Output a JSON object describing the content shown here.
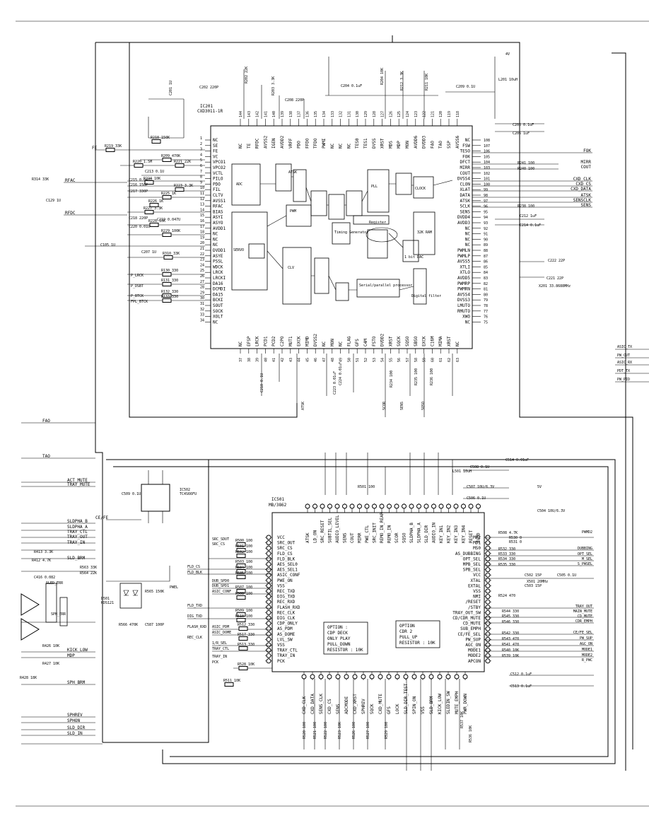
{
  "ic201": {
    "ref": "IC201",
    "part": "CXD3011-1R",
    "left_pins": [
      "NC",
      "SE",
      "FE",
      "VC",
      "VPCO1",
      "VPCO2",
      "VCTL",
      "PILO",
      "PDO",
      "FIL",
      "CLTV",
      "AVSS1",
      "RFAC",
      "BIAS",
      "ASYI",
      "ASYO",
      "AVDD1",
      "NC",
      "NC",
      "NC",
      "DVDD1",
      "ASYE",
      "PSSL",
      "WDCK",
      "LRCK",
      "LRCKI",
      "DA16",
      "DCMDI",
      "DA15",
      "BCKI",
      "SOUT",
      "SOCK",
      "XOLT",
      "NC"
    ],
    "right_pins": [
      "NC",
      "FSW",
      "TESO",
      "FOK",
      "DFCT",
      "MIRR",
      "COUT",
      "DVSS4",
      "CLON",
      "XLAT",
      "DATA",
      "ATSK",
      "SCLK",
      "SENS",
      "DVDD4",
      "AVDD3",
      "NC",
      "NC",
      "NC",
      "NC",
      "PWMLN",
      "PWMLP",
      "AVSS5",
      "XTLI",
      "XTLO",
      "AVDD5",
      "PWMRP",
      "PWMRN",
      "AVSS4",
      "DVSS3",
      "LMUTO",
      "RMUTO",
      "XWO",
      "NC"
    ],
    "top_pins": [
      "NC",
      "TE",
      "RFDC",
      "AVSS2",
      "IGEN",
      "AVDD2",
      "VRFF",
      "PDO",
      "FFDO",
      "TFDO",
      "PWMI",
      "NC",
      "NC",
      "NC",
      "TES0",
      "TES1",
      "DVSS",
      "XRST",
      "MDS",
      "MDP",
      "MON",
      "AVDD6",
      "DVDD3",
      "FAO",
      "TAO",
      "SSP",
      "AVSS6"
    ],
    "bottom_pins": [
      "NC",
      "EFSP",
      "LRCK",
      "PCD1",
      "PCD2",
      "C2PO",
      "MUT1",
      "EXCK",
      "MIMD",
      "DVSS2",
      "NC",
      "MON",
      "NC",
      "FLAG",
      "GFS",
      "C4M",
      "FSTO",
      "DVDD2",
      "XRST",
      "SQCK",
      "SQSO",
      "SBSO",
      "EXCK",
      "C16M",
      "MIMA",
      "XRST",
      "NC"
    ],
    "blocks": [
      "ATSK",
      "PWM",
      "SERVO",
      "CLOCK",
      "32K RAM",
      "Serial/parallel processor",
      "1 bit DAC",
      "Digital filter",
      "Register",
      "ADC",
      "CLV",
      "PLL",
      "Timing Generator"
    ]
  },
  "ic501": {
    "ref": "IC501",
    "part": "MB/3862",
    "left_pins": [
      "VCC",
      "SRC_OUT",
      "SRC_CS",
      "FLD_CS",
      "FLD_BLK",
      "AES_SEL0",
      "AES_SEL1",
      "ASIC_CONF",
      "PWE_ON",
      "VSS",
      "REC_TXD",
      "DIG_TXD",
      "REC_RXD",
      "FLASH_RXD",
      "REC_CLK",
      "DIG_CLK",
      "CDP_ONLY",
      "AS_PDM",
      "AS_DOME",
      "LVL_SW",
      "VSS",
      "TRAY_CTL",
      "TRAY_IN",
      "PCK"
    ],
    "right_pins": [
      "MP2",
      "MD1",
      "MS0",
      "AS_DUBBING",
      "OPT_SEL",
      "MPB_SEL",
      "SPB_SEL",
      "VCC",
      "XTAL",
      "EXTAL",
      "VSS",
      "NMI",
      "/RESET",
      "/STBY",
      "TRAY_OUT_SW",
      "CD/CDR_MUTE",
      "CD_MUTE",
      "SUB_EMPH",
      "CE/FE_SEL",
      "PW_SUP",
      "AGC_ON",
      "MODE1",
      "MODE2",
      "APCON"
    ],
    "top_pins": [
      "ATSK",
      "LD_ON",
      "SRC_RESET",
      "SUBTIL_SEL",
      "AUDIO_LEVEL",
      "SENS",
      "COUT",
      "MIRR",
      "PWE_CTL",
      "SRC_INIT",
      "REMO_IN_REAR",
      "REMO_IN",
      "SCOR",
      "SQSO",
      "SLDPHA_B",
      "SLDPHA_A",
      "SLD_DIR",
      "AUDIO_IN",
      "KEY_IN1",
      "KEY_IN2",
      "KEY_IN3",
      "KEY_IN4",
      "RESET",
      "AVDD"
    ],
    "bottom_pins": [
      "CXD_CLK",
      "CXD_DATA",
      "SENS_CLK",
      "CXD_CS",
      "SENS",
      "ADCMODE",
      "CXD_XRST",
      "SPHREV",
      "SQCK",
      "CXD_MUTE",
      "GFS",
      "LOCK",
      "SLD_DIR_TEST",
      "SPIN_ON",
      "VSS",
      "SLD_BRM",
      "KICK_LOW",
      "SLEDIN_SW",
      "MUTE_EMPH",
      "PWR_DOWN"
    ]
  },
  "ic502": {
    "ref": "IC502",
    "part": "TC4S66FU"
  },
  "d501": {
    "ref": "D501",
    "part": "KDS121"
  },
  "option_left": [
    "OPTION :",
    "CDP DECK",
    "ONLY PLAY",
    "PULL_DOWN",
    "RESISTOR : 10K"
  ],
  "option_right": [
    "OPTION",
    "CDR 2",
    "PULL_UP",
    "RESISTOR : 10K"
  ],
  "left_nets": [
    "FE",
    "RFAC",
    "RFDC",
    "FAO",
    "TAO",
    "ACT_MUTE",
    "TRAY_MUTE",
    "CE/FE",
    "SLDPHA_B",
    "SLDPHA_A",
    "TRAY_CTL",
    "TRAY_OUT",
    "TRAY_IN",
    "SLD_BRM",
    "KICK_LOW",
    "MDP",
    "SPH_BRM",
    "SPHREV",
    "SPHON",
    "SLD_DIR",
    "SLD_IN"
  ],
  "right_nets_top": [
    "FOK",
    "MIRR",
    "COUT",
    "CXD_CLK",
    "CXD_CS",
    "CXD_DATA",
    "ATSK",
    "SENSCLK",
    "SENS"
  ],
  "right_nets_ic501": [
    "PWMD2",
    "DUBBING",
    "OPT_SEL",
    "M_SEL",
    "S_PWSEL",
    "TRAY_OUT",
    "MAIN_MUTE",
    "CD_MUTE",
    "CDR_EMPH",
    "CE/FE_SEL",
    "PW_SUP",
    "AGC_ON",
    "MODE1",
    "MODE2",
    "R_PWC"
  ],
  "far_right_nets": [
    "ASIC_TX",
    "PW_CUT",
    "ASIC_RX",
    "PDT_TX",
    "PW_PID"
  ],
  "ic201_left_resistors": [
    {
      "ref": "R218",
      "val": "150K"
    },
    {
      "ref": "R219",
      "val": "33K"
    },
    {
      "ref": "R209",
      "val": "470K"
    },
    {
      "ref": "R221",
      "val": "22K"
    },
    {
      "ref": "R220",
      "val": "1.5M"
    },
    {
      "ref": "R224",
      "val": "10K"
    },
    {
      "ref": "R223",
      "val": "3.3K"
    },
    {
      "ref": "R225",
      "val": "1K"
    },
    {
      "ref": "R226",
      "val": "1K"
    },
    {
      "ref": "R227",
      "val": "3.3K"
    },
    {
      "ref": "R228",
      "val": "10K"
    },
    {
      "ref": "R229",
      "val": "100K"
    },
    {
      "ref": "R310",
      "val": "33K"
    },
    {
      "ref": "R130",
      "val": "330"
    },
    {
      "ref": "R131",
      "val": "330"
    },
    {
      "ref": "R132",
      "val": "330"
    },
    {
      "ref": "R133",
      "val": "330"
    }
  ],
  "ic201_left_caps": [
    {
      "ref": "C213",
      "val": "0.1U"
    },
    {
      "ref": "C215",
      "val": "0.047U"
    },
    {
      "ref": "C216",
      "val": "150P"
    },
    {
      "ref": "C217",
      "val": "330P"
    },
    {
      "ref": "C218",
      "val": "220P"
    },
    {
      "ref": "C219",
      "val": "0.047U"
    },
    {
      "ref": "C220",
      "val": "0.01U"
    },
    {
      "ref": "C207",
      "val": "1U"
    },
    {
      "ref": "C105",
      "val": "1U"
    }
  ],
  "ic201_left_nets": [
    "P_LRCK",
    "P_DSBT",
    "P_BTCK",
    "FPL_BTCK"
  ],
  "ic201_right_parts": [
    {
      "ref": "C205",
      "val": "0.1uF"
    },
    {
      "ref": "C206",
      "val": "1uF"
    },
    {
      "ref": "R241",
      "val": "100"
    },
    {
      "ref": "R240",
      "val": "100"
    },
    {
      "ref": "R238",
      "val": "100"
    },
    {
      "ref": "C212",
      "val": "1uF"
    },
    {
      "ref": "C214",
      "val": "0.1uF"
    },
    {
      "ref": "C222",
      "val": "22P"
    },
    {
      "ref": "C221",
      "val": "22P"
    },
    {
      "ref": "X201",
      "val": "33.8688MHz"
    }
  ],
  "ic201_top_parts": [
    {
      "ref": "R202",
      "val": "22K"
    },
    {
      "ref": "C202",
      "val": "220P"
    },
    {
      "ref": "C201",
      "val": "1U"
    },
    {
      "ref": "R203",
      "val": "3.3K"
    },
    {
      "ref": "C208",
      "val": "220P"
    },
    {
      "ref": "C204",
      "val": "0.1uF"
    },
    {
      "ref": "R204",
      "val": "10K"
    },
    {
      "ref": "R212",
      "val": "3.3K"
    },
    {
      "ref": "R211",
      "val": "10K"
    },
    {
      "ref": "C209",
      "val": "0.1U"
    },
    {
      "ref": "L201",
      "val": "10uH"
    }
  ],
  "ic201_bottom_parts": [
    {
      "ref": "C224",
      "val": "0.01uF"
    },
    {
      "ref": "R234",
      "val": "100"
    },
    {
      "ref": "R235",
      "val": "100"
    },
    {
      "ref": "R236",
      "val": "100"
    },
    {
      "ref": "C210",
      "val": "0.1U"
    },
    {
      "ref": "C223",
      "val": "0.01uF"
    }
  ],
  "ic501_left_resistors": [
    {
      "ref": "R500",
      "val": "100"
    },
    {
      "ref": "R501",
      "val": "100"
    },
    {
      "ref": "R502",
      "val": "100"
    },
    {
      "ref": "R503",
      "val": "100"
    },
    {
      "ref": "R504",
      "val": "100"
    },
    {
      "ref": "R505",
      "val": "100"
    },
    {
      "ref": "R507",
      "val": "100"
    },
    {
      "ref": "R508",
      "val": "100"
    },
    {
      "ref": "R509",
      "val": "100"
    },
    {
      "ref": "R510",
      "val": "100"
    },
    {
      "ref": "R512",
      "val": "330"
    },
    {
      "ref": "R517",
      "val": "330"
    },
    {
      "ref": "R513",
      "val": "330"
    },
    {
      "ref": "R528",
      "val": "10K"
    },
    {
      "ref": "R511",
      "val": "10K"
    }
  ],
  "ic501_right_resistors": [
    {
      "ref": "R508",
      "val": "4.7K"
    },
    {
      "ref": "R530",
      "val": "0"
    },
    {
      "ref": "R531",
      "val": "0"
    },
    {
      "ref": "R532",
      "val": "330"
    },
    {
      "ref": "R533",
      "val": "330"
    },
    {
      "ref": "R534",
      "val": "330"
    },
    {
      "ref": "R535",
      "val": "330"
    },
    {
      "ref": "R524",
      "val": "470"
    },
    {
      "ref": "R544",
      "val": "330"
    },
    {
      "ref": "R545",
      "val": "330"
    },
    {
      "ref": "R546",
      "val": "330"
    },
    {
      "ref": "R542",
      "val": "330"
    },
    {
      "ref": "R543",
      "val": "470"
    },
    {
      "ref": "R541",
      "val": "470"
    },
    {
      "ref": "R540",
      "val": "10K"
    },
    {
      "ref": "R539",
      "val": "10K"
    }
  ],
  "ic501_right_caps": [
    {
      "ref": "C502",
      "val": "15P"
    },
    {
      "ref": "C503",
      "val": "15P"
    },
    {
      "ref": "C505",
      "val": "0.1U"
    },
    {
      "ref": "C504",
      "val": "10U/6.3V"
    },
    {
      "ref": "C512",
      "val": "0.1uF"
    },
    {
      "ref": "C513",
      "val": "0.1uF"
    },
    {
      "ref": "X501",
      "val": "20MHz"
    }
  ],
  "ic501_top_parts": [
    {
      "ref": "C514",
      "val": "0.01uF"
    },
    {
      "ref": "L501",
      "val": "10uH"
    },
    {
      "ref": "C508",
      "val": "0.1U"
    },
    {
      "ref": "C507",
      "val": "10U/6.3V"
    },
    {
      "ref": "C506",
      "val": "0.1U"
    },
    {
      "ref": "R501",
      "val": "100"
    }
  ],
  "ic502_parts": [
    {
      "ref": "R563",
      "val": "33K"
    },
    {
      "ref": "R564",
      "val": "22K"
    },
    {
      "ref": "R565",
      "val": "150K"
    },
    {
      "ref": "R566",
      "val": "470K"
    },
    {
      "ref": "C587",
      "val": "100P"
    },
    {
      "ref": "C509",
      "val": "0.1U"
    }
  ],
  "ic501_bottom_parts": [
    {
      "ref": "R520",
      "val": "100"
    },
    {
      "ref": "R521",
      "val": "100"
    },
    {
      "ref": "R522",
      "val": "100"
    },
    {
      "ref": "R523",
      "val": "10K"
    },
    {
      "ref": "R526",
      "val": "100"
    },
    {
      "ref": "R527",
      "val": "100"
    },
    {
      "ref": "R529",
      "val": "100"
    },
    {
      "ref": "R537",
      "val": "10K"
    },
    {
      "ref": "R536",
      "val": "10K"
    }
  ],
  "driver_parts": [
    {
      "ref": "R413",
      "val": "3.3K"
    },
    {
      "ref": "R412",
      "val": "4.7K"
    },
    {
      "ref": "C416",
      "val": "0.082"
    },
    {
      "ref": "R426",
      "val": "10K"
    },
    {
      "ref": "R427",
      "val": "10K"
    },
    {
      "ref": "R428",
      "val": "18K"
    },
    {
      "ref": "R314",
      "val": "33K"
    },
    {
      "ref": "C129",
      "val": "1U"
    }
  ],
  "misc_labels": [
    "SLED_ERR",
    "SPH_ERR",
    "SRC_SDUT",
    "SRC_CS",
    "FLD_CS",
    "FLD_BLK",
    "DUB_SPD0",
    "DUB_SPD1",
    "ASIC_CONF",
    "PWEL",
    "FLD_TXD",
    "DIG_TXD",
    "FLASH_RXD",
    "REC_CLK",
    "ASIC_PDM",
    "ASIC_DOME",
    "1/R_SEL",
    "TRAY_CTL",
    "TRAY_IN",
    "PCK",
    "4V",
    "5V",
    "ATSK",
    "SCOR",
    "SQSO",
    "SENS"
  ]
}
